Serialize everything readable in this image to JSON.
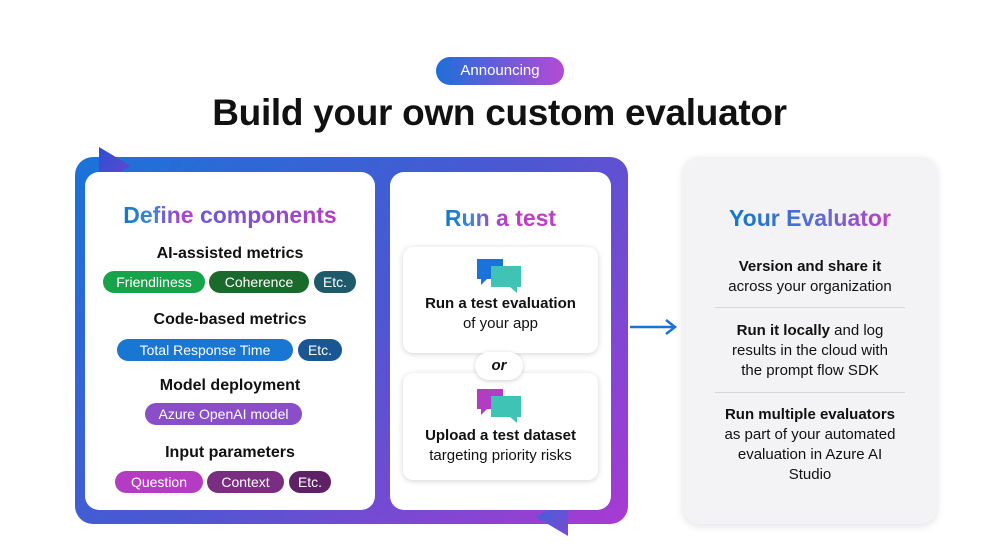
{
  "header": {
    "badge": "Announcing",
    "title": "Build your own custom evaluator"
  },
  "define": {
    "title_a": "Define",
    "title_b": "components",
    "groups": [
      {
        "label": "AI-assisted metrics",
        "pills": [
          "Friendliness",
          "Coherence",
          "Etc."
        ]
      },
      {
        "label": "Code-based metrics",
        "pills": [
          "Total Response Time",
          "Etc."
        ]
      },
      {
        "label": "Model deployment",
        "pills": [
          "Azure OpenAI model"
        ]
      },
      {
        "label": "Input parameters",
        "pills": [
          "Question",
          "Context",
          "Etc."
        ]
      }
    ]
  },
  "run": {
    "title_a": "Run a",
    "title_b": "test",
    "card1": {
      "title": "Run a test evaluation",
      "text": "of your app"
    },
    "or": "or",
    "card2": {
      "title": "Upload a test dataset",
      "text": "targeting priority risks"
    }
  },
  "evaluator": {
    "title": "Your Evaluator",
    "item1": {
      "bold": "Version and share it",
      "line2": "across your organization"
    },
    "item2": {
      "bold": "Run it locally",
      "rest": " and log",
      "line2": "results in the cloud with",
      "line3": "the prompt flow SDK"
    },
    "item3": {
      "bold": "Run multiple evaluators",
      "line2": "as part of your automated",
      "line3": "evaluation in Azure AI",
      "line4": "Studio"
    }
  },
  "colors": {
    "green": "#16a34a",
    "dark_green": "#1a6b2b",
    "teal_dark": "#1e5a6b",
    "blue": "#1976d2",
    "navy": "#1a5694",
    "purple": "#8a4fc8",
    "magenta": "#b43cc2",
    "plum": "#7a2e82",
    "dark_plum": "#5e2166"
  }
}
